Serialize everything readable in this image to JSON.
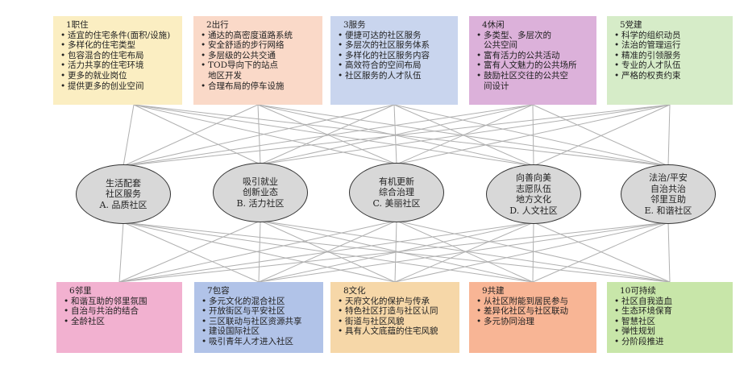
{
  "colors": {
    "top": [
      "#fbeec2",
      "#fad9c8",
      "#c9d5ee",
      "#dcb1da",
      "#d6ecc8"
    ],
    "bottom": [
      "#f2b1d0",
      "#b1c3e8",
      "#f6d7a8",
      "#f8b595",
      "#c8e6a9"
    ],
    "ellipse": "#d8d8d8",
    "line": "#b0b0b0"
  },
  "top_boxes": [
    {
      "title": "1职住",
      "items": [
        "适宜的住宅条件(面积/设施)",
        "多样化的住宅类型",
        "包容混合的住宅布局",
        "活力共享的住宅环境",
        "更多的就业岗位",
        "提供更多的创业空间"
      ]
    },
    {
      "title": "2出行",
      "items": [
        "通达的高密度道路系统",
        "安全舒适的步行网络",
        "多层级的公共交通",
        "TOD导向下的站点\n地区开发",
        "合理布局的停车设施"
      ]
    },
    {
      "title": "3服务",
      "items": [
        "便捷可达的社区服务",
        "多层次的社区服务体系",
        "多样化的社区服务内容",
        "高效符合的空间布局",
        "社区服务的人才队伍"
      ]
    },
    {
      "title": "4休闲",
      "items": [
        "多类型、多层次的\n公共空间",
        "富有活力的公共活动",
        "富有人文魅力的公共场所",
        "鼓励社区交往的公共空\n间设计"
      ]
    },
    {
      "title": "5党建",
      "items": [
        "科学的组织动员",
        "法治的管理运行",
        "精准的引领服务",
        "专业的人才队伍",
        "严格的权责约束"
      ]
    }
  ],
  "ellipses": [
    {
      "lines": [
        "生活配套",
        "社区服务",
        "A. 品质社区"
      ]
    },
    {
      "lines": [
        "吸引就业",
        "创新业态",
        "B. 活力社区"
      ]
    },
    {
      "lines": [
        "有机更新",
        "综合治理",
        "C. 美丽社区"
      ]
    },
    {
      "lines": [
        "向善向美",
        "志愿队伍",
        "地方文化",
        "D. 人文社区"
      ]
    },
    {
      "lines": [
        "法治/平安",
        "自治共治",
        "邻里互助",
        "E. 和谐社区"
      ]
    }
  ],
  "bottom_boxes": [
    {
      "title": "6邻里",
      "items": [
        "和谐互助的邻里氛围",
        "自治与共治的结合",
        "全龄社区"
      ]
    },
    {
      "title": "7包容",
      "items": [
        "多元文化的混合社区",
        "开放街区与平安社区",
        "三区联动与社区资源共享",
        "建设国际社区",
        "吸引青年人才进入社区"
      ]
    },
    {
      "title": "8文化",
      "items": [
        "天府文化的保护与传承",
        "特色社区打造与社区认同",
        "街道与社区风貌",
        "具有人文底蕴的住宅风貌"
      ]
    },
    {
      "title": "9共建",
      "items": [
        "从社区附能到居民参与",
        "差异化社区与社区联动",
        "多元协同治理"
      ]
    },
    {
      "title": "10可持续",
      "items": [
        "社区自我造血",
        "生态环境保育",
        "智慧社区",
        "弹性规划",
        "分阶段推进"
      ]
    }
  ]
}
